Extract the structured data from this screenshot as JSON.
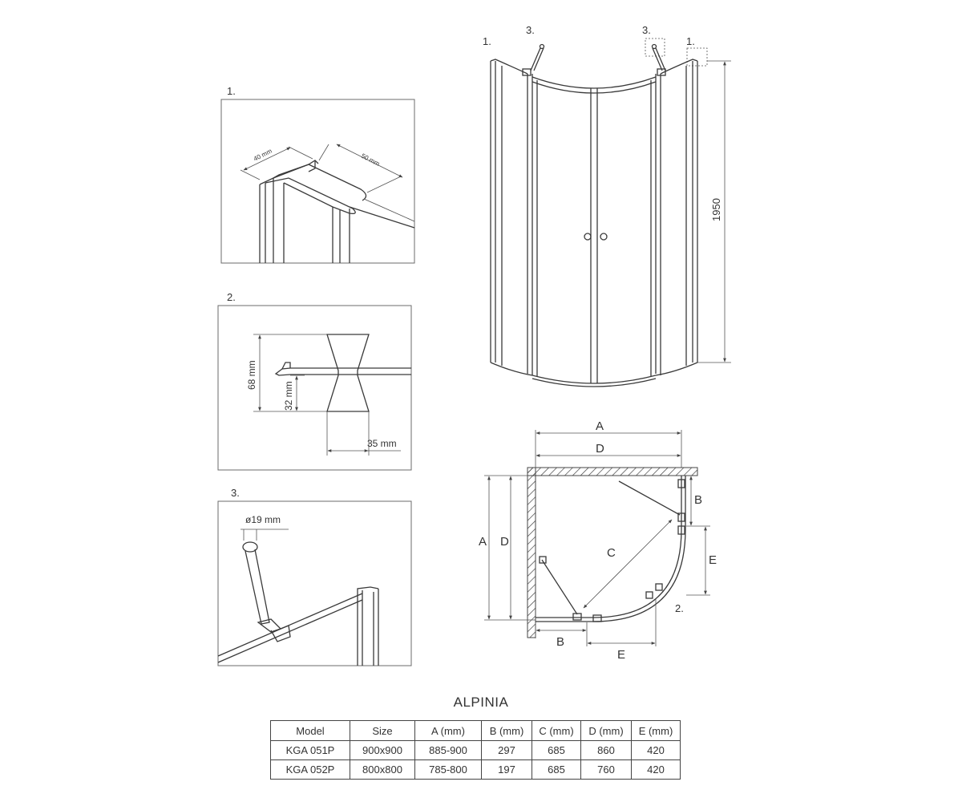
{
  "details": {
    "d1": {
      "number": "1.",
      "dim_a": "40 mm",
      "dim_b": "50 mm"
    },
    "d2": {
      "number": "2.",
      "dim_height": "68 mm",
      "dim_offset": "32 mm",
      "dim_width": "35 mm"
    },
    "d3": {
      "number": "3.",
      "dim_dia": "ø19 mm"
    }
  },
  "elevation": {
    "callout_left_1": "1.",
    "callout_left_3": "3.",
    "callout_right_3": "3.",
    "callout_right_1": "1.",
    "height": "1950"
  },
  "plan": {
    "A_top": "A",
    "D_top": "D",
    "A_left": "A",
    "D_left": "D",
    "B_right": "B",
    "E_right": "E",
    "C": "C",
    "B_bottom": "B",
    "E_bottom": "E",
    "callout_2": "2."
  },
  "spec": {
    "title": "ALPINIA",
    "headers": [
      "Model",
      "Size",
      "A (mm)",
      "B (mm)",
      "C (mm)",
      "D (mm)",
      "E (mm)"
    ],
    "rows": [
      [
        "KGA 051P",
        "900x900",
        "885-900",
        "297",
        "685",
        "860",
        "420"
      ],
      [
        "KGA 052P",
        "800x800",
        "785-800",
        "197",
        "685",
        "760",
        "420"
      ]
    ]
  }
}
